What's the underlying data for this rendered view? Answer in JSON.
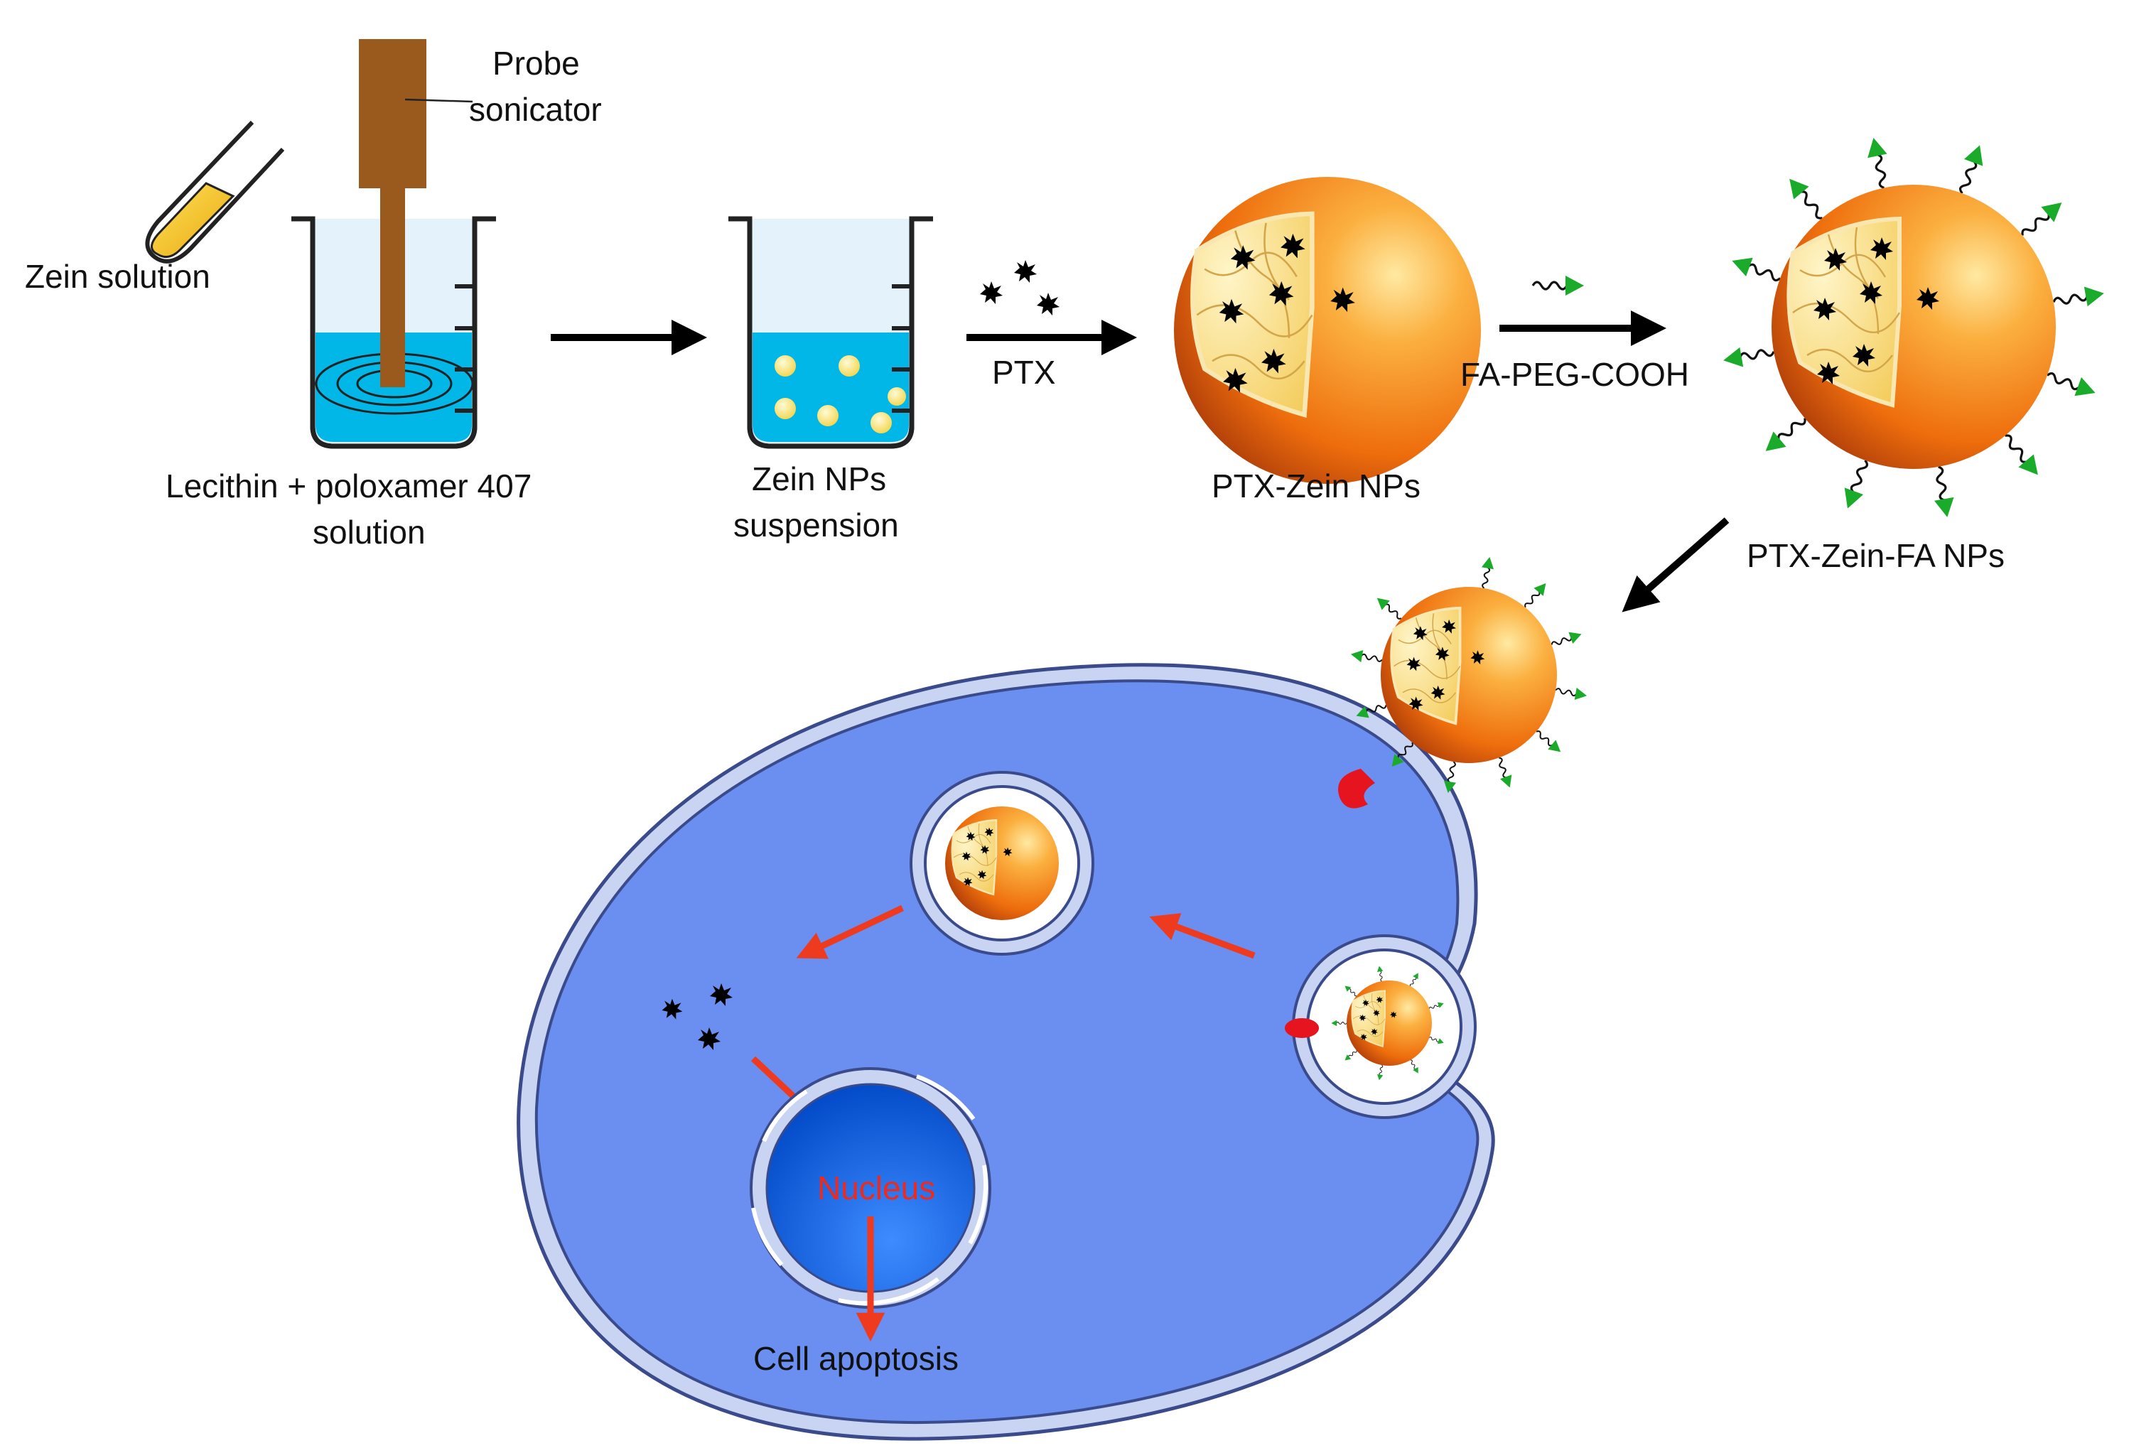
{
  "labels": {
    "probe_line1": "Probe",
    "probe_line2": "sonicator",
    "zein_solution": "Zein solution",
    "lecithin_line1": "Lecithin + poloxamer 407",
    "lecithin_line2": "solution",
    "zein_nps_line1": "Zein NPs",
    "zein_nps_line2": "suspension",
    "ptx": "PTX",
    "ptx_zein": "PTX-Zein NPs",
    "fa_peg": "FA-PEG-COOH",
    "ptx_zein_fa": "PTX-Zein-FA NPs",
    "nucleus": "Nucleus",
    "apoptosis": "Cell apoptosis"
  },
  "colors": {
    "liquid": "#00b7e8",
    "beaker_glass": "#dff1fb",
    "probe": "#9a5a1e",
    "cell_body": "#6a8ff0",
    "nucleus": "#0a56d8",
    "np_orange": "#f07a12",
    "np_core": "#f8d673",
    "ligand": "#1aab2a",
    "receptor": "#e5141e",
    "path_arrow": "#ee3a1e"
  },
  "icons": {
    "test_tube": "test-tube-icon",
    "beaker": "beaker-icon",
    "drug": "drug-molecule-icon",
    "nanoparticle": "nanoparticle-icon",
    "receptor": "receptor-icon",
    "cell": "cell-icon"
  }
}
